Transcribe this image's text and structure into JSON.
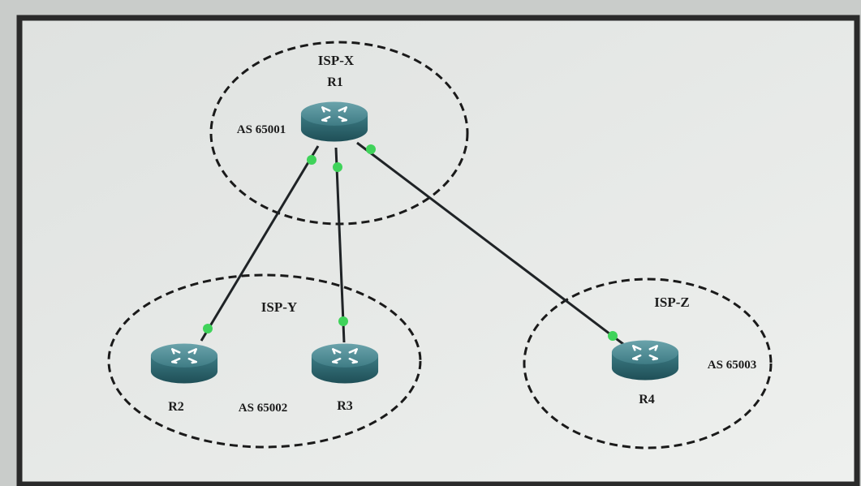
{
  "colors": {
    "link": "#1f2326",
    "link_endpoint": "#3fd35a",
    "router_body": "#2f6a73",
    "router_top": "#4f8d96",
    "boundary": "#1a1a1a"
  },
  "domains": [
    {
      "id": "isp-x",
      "name": "ISP-X",
      "as": "AS 65001"
    },
    {
      "id": "isp-y",
      "name": "ISP-Y",
      "as": "AS 65002"
    },
    {
      "id": "isp-z",
      "name": "ISP-Z",
      "as": "AS 65003"
    }
  ],
  "routers": [
    {
      "id": "r1",
      "label": "R1",
      "icon": "router-icon"
    },
    {
      "id": "r2",
      "label": "R2",
      "icon": "router-icon"
    },
    {
      "id": "r3",
      "label": "R3",
      "icon": "router-icon"
    },
    {
      "id": "r4",
      "label": "R4",
      "icon": "router-icon"
    }
  ],
  "links": [
    {
      "from": "R1",
      "to": "R2"
    },
    {
      "from": "R1",
      "to": "R3"
    },
    {
      "from": "R1",
      "to": "R4"
    }
  ]
}
